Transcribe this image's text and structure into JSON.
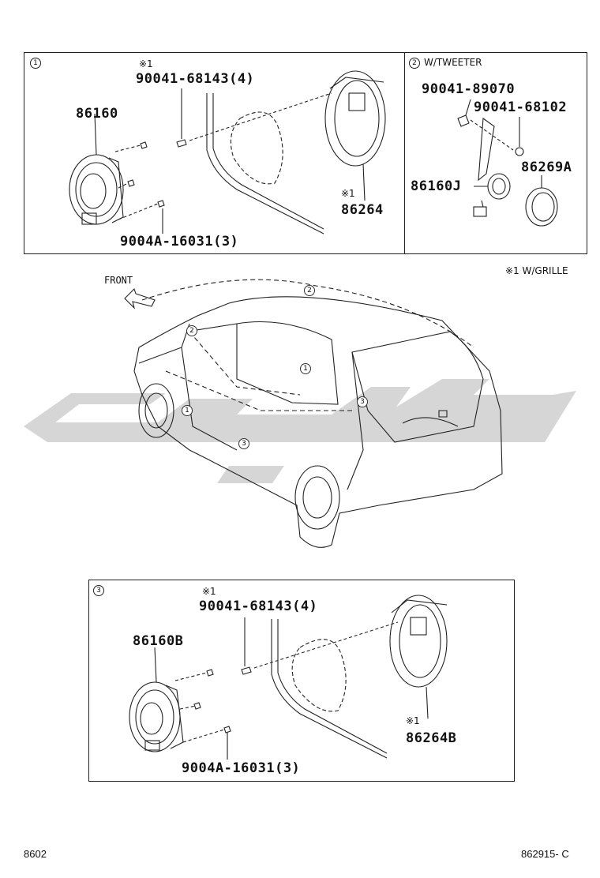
{
  "panel1": {
    "number": "1",
    "note_mark": "※1",
    "screw_top": "90041-68143(4)",
    "speaker": "86160",
    "screw_bottom": "9004A-16031(3)",
    "grille_mark": "※1",
    "grille": "86264"
  },
  "panel2": {
    "number": "2",
    "title": "W/TWEETER",
    "screw_a": "90041-89070",
    "screw_b": "90041-68102",
    "bracket": "86269A",
    "tweeter": "86160J"
  },
  "legend_note": "※1  W/GRILLE",
  "front_label": "FRONT",
  "car_markers": [
    "2",
    "2",
    "1",
    "1",
    "3",
    "3"
  ],
  "panel3": {
    "number": "3",
    "note_mark": "※1",
    "screw_top": "90041-68143(4)",
    "speaker": "86160B",
    "screw_bottom": "9004A-16031(3)",
    "grille_mark": "※1",
    "grille": "86264B"
  },
  "footer": {
    "left": "8602",
    "right": "862915- C"
  },
  "colors": {
    "line": "#222222",
    "watermark": "#d4d4d4"
  }
}
